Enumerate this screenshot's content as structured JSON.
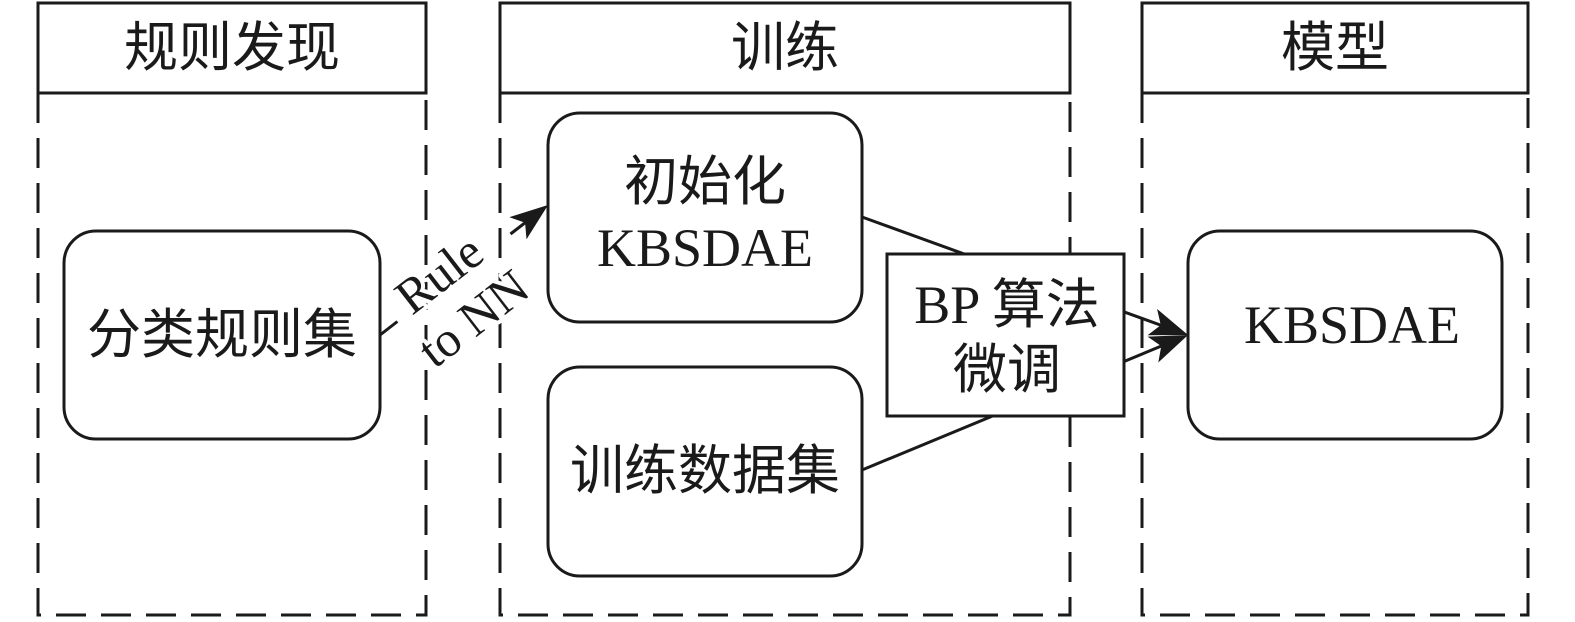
{
  "lanes": [
    {
      "title": "规则发现"
    },
    {
      "title": "训练"
    },
    {
      "title": "模型"
    }
  ],
  "nodes": {
    "rules": "分类规则集",
    "init_line1": "初始化",
    "init_line2": "KBSDAE",
    "train_data": "训练数据集",
    "bp_line1": "BP 算法",
    "bp_line2": "微调",
    "model": "KBSDAE"
  },
  "edges": {
    "rule_to_nn_line1": "Rule",
    "rule_to_nn_line2": "to NN"
  },
  "colors": {
    "stroke": "#1a1a1a",
    "background": "#ffffff"
  }
}
